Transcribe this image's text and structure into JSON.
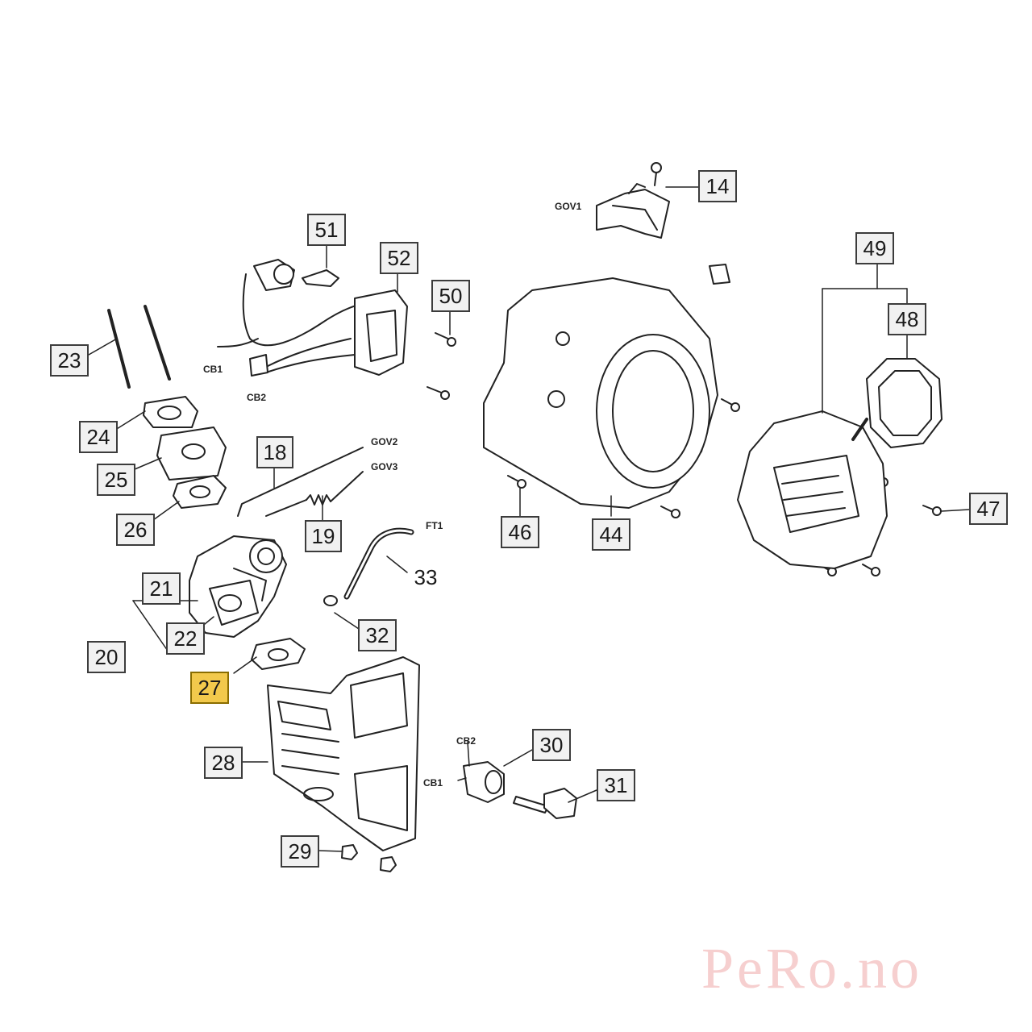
{
  "callouts": [
    {
      "id": "p14",
      "label": "14"
    },
    {
      "id": "p18",
      "label": "18"
    },
    {
      "id": "p19",
      "label": "19"
    },
    {
      "id": "p20",
      "label": "20"
    },
    {
      "id": "p21",
      "label": "21"
    },
    {
      "id": "p22",
      "label": "22"
    },
    {
      "id": "p23",
      "label": "23"
    },
    {
      "id": "p24",
      "label": "24"
    },
    {
      "id": "p25",
      "label": "25"
    },
    {
      "id": "p26",
      "label": "26"
    },
    {
      "id": "p27",
      "label": "27",
      "highlighted": true
    },
    {
      "id": "p28",
      "label": "28"
    },
    {
      "id": "p29",
      "label": "29"
    },
    {
      "id": "p30",
      "label": "30"
    },
    {
      "id": "p31",
      "label": "31"
    },
    {
      "id": "p32",
      "label": "32"
    },
    {
      "id": "p33",
      "label": "33"
    },
    {
      "id": "p44",
      "label": "44"
    },
    {
      "id": "p46",
      "label": "46"
    },
    {
      "id": "p47",
      "label": "47"
    },
    {
      "id": "p48",
      "label": "48"
    },
    {
      "id": "p49",
      "label": "49"
    },
    {
      "id": "p50",
      "label": "50"
    },
    {
      "id": "p51",
      "label": "51"
    },
    {
      "id": "p52",
      "label": "52"
    }
  ],
  "connectors": {
    "gov1": "GOV1",
    "gov2": "GOV2",
    "gov3": "GOV3",
    "cb1_ignition": "CB1",
    "cb2_ignition": "CB2",
    "cb1_switch": "CB1",
    "cb2_switch": "CB2",
    "ft1": "FT1"
  },
  "highlight_color": "#f2c94c",
  "watermark": "PeRo.no"
}
